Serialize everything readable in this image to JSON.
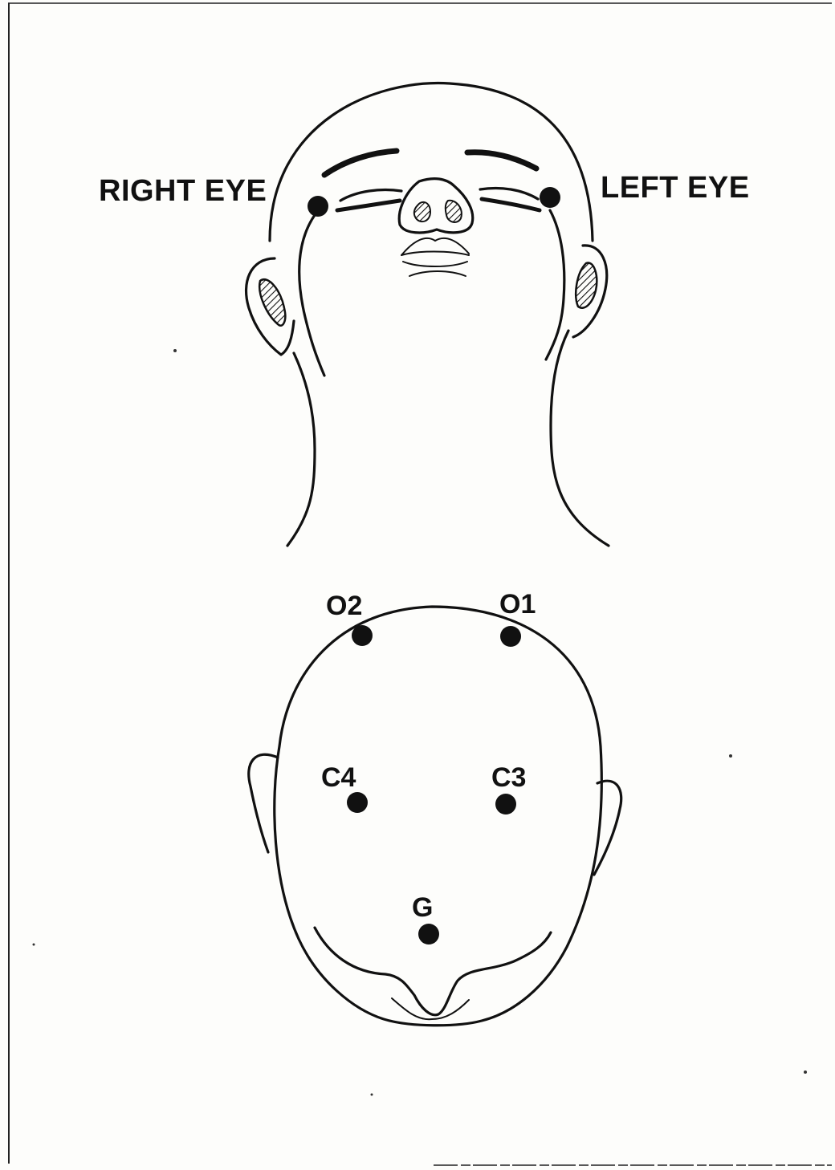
{
  "figure": {
    "face_view": {
      "labels": {
        "right_eye": "RIGHT EYE",
        "left_eye": "LEFT EYE"
      }
    },
    "top_view": {
      "electrodes": [
        {
          "id": "o2",
          "label": "O2"
        },
        {
          "id": "o1",
          "label": "O1"
        },
        {
          "id": "c4",
          "label": "C4"
        },
        {
          "id": "c3",
          "label": "C3"
        },
        {
          "id": "g",
          "label": "G"
        }
      ]
    }
  },
  "colors": {
    "ink": "#111111",
    "paper": "#fdfdfb"
  }
}
